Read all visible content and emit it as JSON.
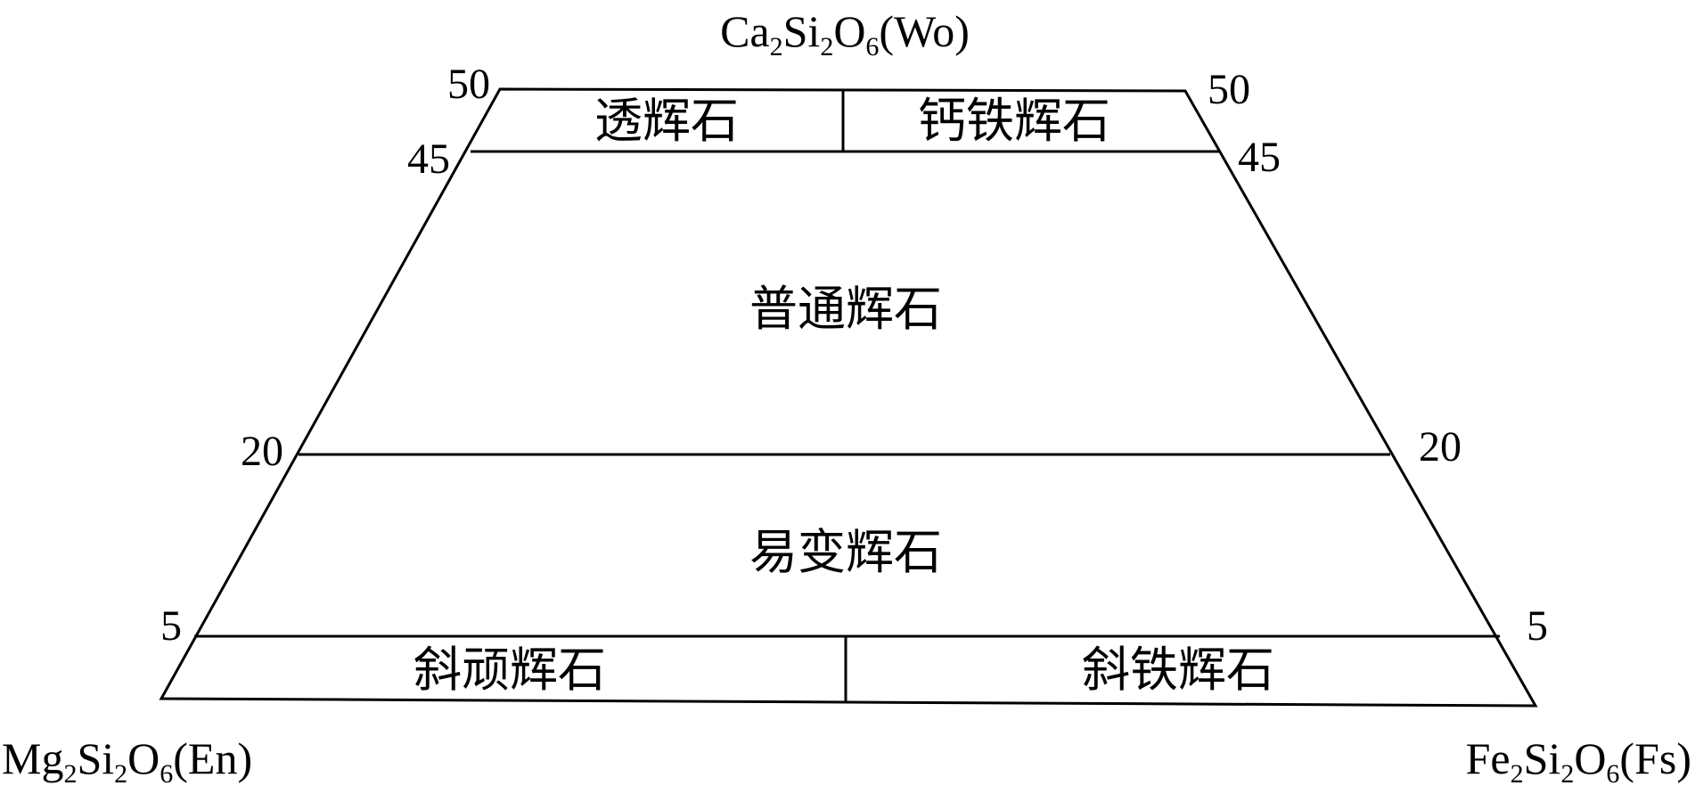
{
  "vertices": {
    "top": {
      "formula": [
        {
          "text": "Ca",
          "sub": false
        },
        {
          "text": "2",
          "sub": true
        },
        {
          "text": "Si",
          "sub": false
        },
        {
          "text": "2",
          "sub": true
        },
        {
          "text": "O",
          "sub": false
        },
        {
          "text": "6",
          "sub": true
        },
        {
          "text": "(Wo)",
          "sub": false
        }
      ]
    },
    "bottom_left": {
      "formula": [
        {
          "text": "Mg",
          "sub": false
        },
        {
          "text": "2",
          "sub": true
        },
        {
          "text": "Si",
          "sub": false
        },
        {
          "text": "2",
          "sub": true
        },
        {
          "text": "O",
          "sub": false
        },
        {
          "text": "6",
          "sub": true
        },
        {
          "text": "(En)",
          "sub": false
        }
      ]
    },
    "bottom_right": {
      "formula": [
        {
          "text": "Fe",
          "sub": false
        },
        {
          "text": "2",
          "sub": true
        },
        {
          "text": "Si",
          "sub": false
        },
        {
          "text": "2",
          "sub": true
        },
        {
          "text": "O",
          "sub": false
        },
        {
          "text": "6",
          "sub": true
        },
        {
          "text": "(Fs)",
          "sub": false
        }
      ]
    }
  },
  "boundaries_wo": [
    50,
    45,
    20,
    5
  ],
  "tick_labels": {
    "left": [
      "50",
      "45",
      "20",
      "5"
    ],
    "right": [
      "50",
      "45",
      "20",
      "5"
    ]
  },
  "regions": {
    "diopside": "透辉石",
    "hedenbergite": "钙铁辉石",
    "augite": "普通辉石",
    "pigeonite": "易变辉石",
    "clinoenstatite": "斜顽辉石",
    "clinoferrosilite": "斜铁辉石"
  }
}
